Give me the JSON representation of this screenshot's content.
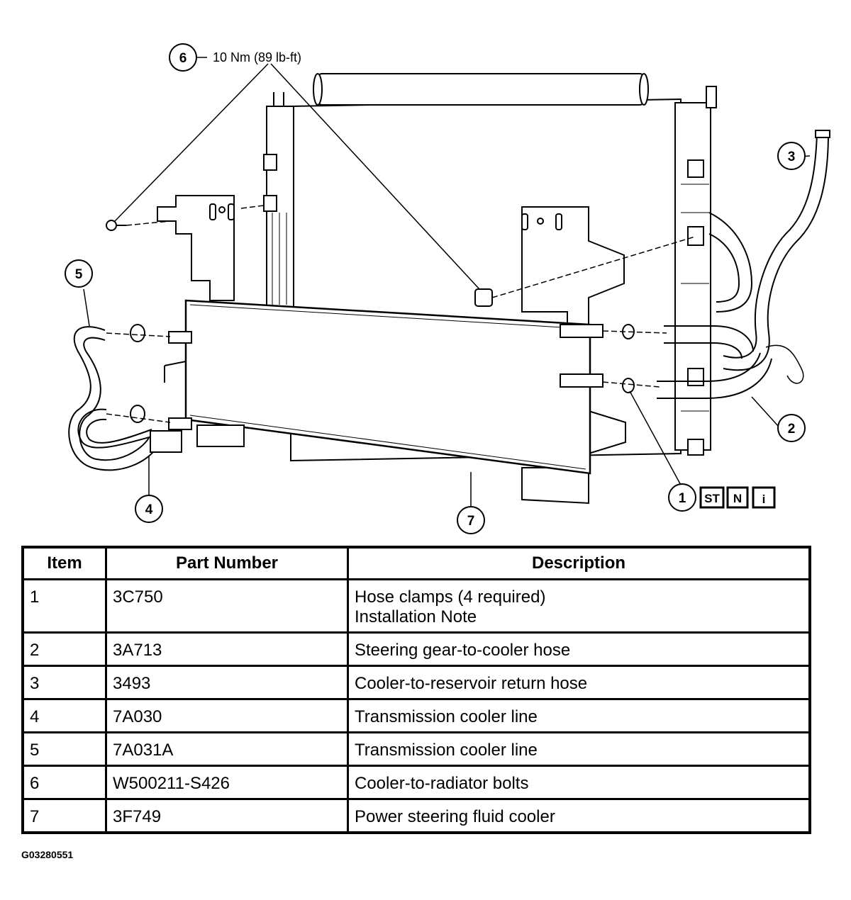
{
  "diagram": {
    "torque_spec": "10 Nm (89 lb-ft)",
    "symbols": [
      "ST",
      "N",
      "i"
    ],
    "callouts": [
      "1",
      "2",
      "3",
      "4",
      "5",
      "6",
      "7"
    ]
  },
  "table": {
    "headers": [
      "Item",
      "Part Number",
      "Description"
    ],
    "rows": [
      {
        "item": "1",
        "part": "3C750",
        "desc": "Hose clamps (4 required)\nInstallation Note"
      },
      {
        "item": "2",
        "part": "3A713",
        "desc": "Steering gear-to-cooler hose"
      },
      {
        "item": "3",
        "part": "3493",
        "desc": "Cooler-to-reservoir return hose"
      },
      {
        "item": "4",
        "part": "7A030",
        "desc": "Transmission cooler line"
      },
      {
        "item": "5",
        "part": "7A031A",
        "desc": "Transmission cooler line"
      },
      {
        "item": "6",
        "part": "W500211-S426",
        "desc": "Cooler-to-radiator bolts"
      },
      {
        "item": "7",
        "part": "3F749",
        "desc": "Power steering fluid cooler"
      }
    ]
  },
  "figure_code": "G03280551"
}
